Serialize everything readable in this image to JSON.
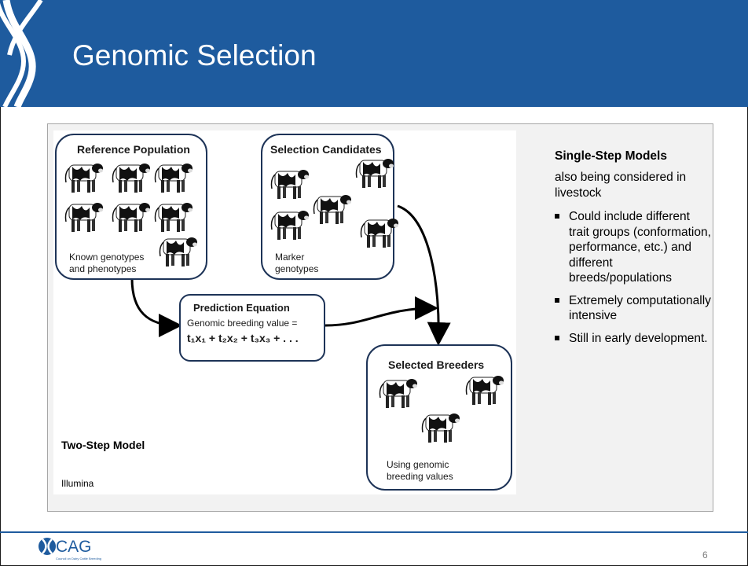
{
  "slide": {
    "title": "Genomic Selection",
    "page_number": "6"
  },
  "diagram": {
    "reference": {
      "title": "Reference Population",
      "note": "Known genotypes and phenotypes"
    },
    "candidates": {
      "title": "Selection Candidates",
      "note": "Marker genotypes"
    },
    "equation": {
      "title": "Prediction Equation",
      "line": "Genomic breeding value =",
      "formula": "t₁x₁ + t₂x₂ + t₃x₃ + . . ."
    },
    "breeders": {
      "title": "Selected Breeders",
      "note": "Using genomic breeding values"
    },
    "model_label": "Two-Step Model",
    "credit": "Illumina"
  },
  "side": {
    "heading": "Single-Step Models",
    "subheading": "also being considered in livestock",
    "bullets": [
      "Could include different trait groups (conformation, performance, etc.) and different breeds/populations",
      "Extremely computationally intensive",
      "Still in early development."
    ]
  },
  "footer": {
    "logo_text": "CAG",
    "logo_subtext": "Council on Dairy Cattle Breeding"
  },
  "colors": {
    "header": "#1e5b9e",
    "box_border": "#1d3357"
  }
}
